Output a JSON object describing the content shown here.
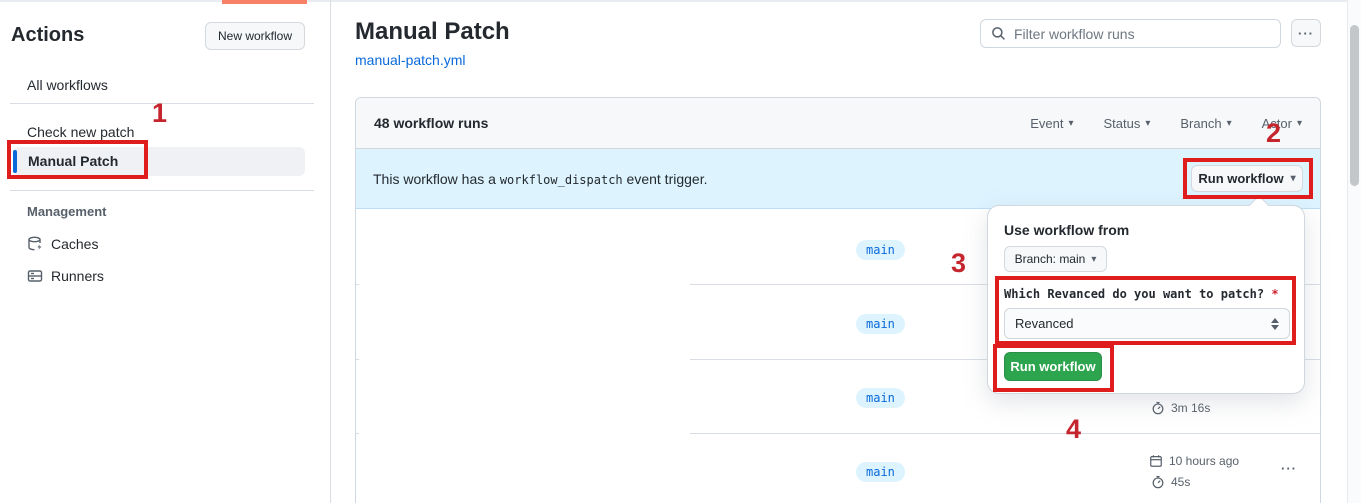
{
  "sidebar": {
    "title": "Actions",
    "new_workflow_label": "New workflow",
    "items": [
      {
        "label": "All workflows"
      },
      {
        "label": "Check new patch"
      },
      {
        "label": "Manual Patch",
        "selected": true
      }
    ],
    "management": {
      "heading": "Management",
      "items": [
        {
          "label": "Caches",
          "icon": "cache-icon"
        },
        {
          "label": "Runners",
          "icon": "runners-icon"
        }
      ]
    }
  },
  "header": {
    "title": "Manual Patch",
    "file_link": "manual-patch.yml",
    "filter_placeholder": "Filter workflow runs"
  },
  "runs_panel": {
    "count_label": "48 workflow runs",
    "filters": [
      {
        "label": "Event"
      },
      {
        "label": "Status"
      },
      {
        "label": "Branch"
      },
      {
        "label": "Actor"
      }
    ],
    "banner": {
      "text_prefix": "This workflow has a",
      "code": "workflow_dispatch",
      "text_suffix": "event trigger.",
      "run_workflow_label": "Run workflow"
    },
    "rows": [
      {
        "branch": "main"
      },
      {
        "branch": "main"
      },
      {
        "branch": "main",
        "duration": "3m 16s"
      },
      {
        "branch": "main",
        "date": "10 hours ago",
        "duration": "45s"
      }
    ]
  },
  "dropdown": {
    "heading": "Use workflow from",
    "branch_button_label": "Branch: main",
    "input_label": "Which Revanced do you want to patch?",
    "required_mark": "*",
    "select_value": "Revanced",
    "run_button_label": "Run workflow"
  },
  "annotations": {
    "n1": "1",
    "n2": "2",
    "n3": "3",
    "n4": "4"
  },
  "icons": {
    "chevron_down": "▾",
    "kebab": "···"
  },
  "colors": {
    "accent_blue": "#0969da",
    "banner_blue": "#ddf4ff",
    "button_green": "#2da44e",
    "annotation_red": "#e01d1d",
    "coral": "#f78166"
  }
}
